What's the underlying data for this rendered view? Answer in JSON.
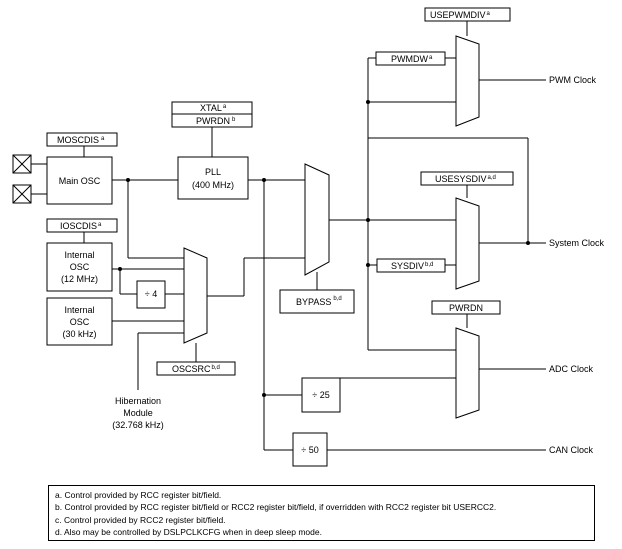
{
  "control_labels": {
    "usepwmdiv": "USEPWMDIV",
    "usepwmdiv_sup": "a",
    "pwmdw": "PWMDW",
    "pwmdw_sup": "a",
    "xtal": "XTAL",
    "xtal_sup": "a",
    "pwrdn_pll": "PWRDN",
    "pwrdn_pll_sup": "b",
    "moscdis": "MOSCDIS",
    "moscdis_sup": "a",
    "ioscdis": "IOSCDIS",
    "ioscdis_sup": "a",
    "usesysdiv": "USESYSDIV",
    "usesysdiv_sup": "a,d",
    "sysdiv": "SYSDIV",
    "sysdiv_sup": "b,d",
    "bypass": "BYPASS",
    "bypass_sup": "b,d",
    "oscsrc": "OSCSRC",
    "oscsrc_sup": "b,d",
    "pwrdn_adc": "PWRDN"
  },
  "blocks": {
    "main_osc": "Main OSC",
    "pll_line1": "PLL",
    "pll_line2": "(400 MHz)",
    "int_osc_line1": "Internal",
    "int_osc_line2": "OSC",
    "int_osc_line3": "(12 MHz)",
    "int30_line1": "Internal",
    "int30_line2": "OSC",
    "int30_line3": "(30 kHz)",
    "div4": "÷ 4",
    "div25": "÷ 25",
    "div50": "÷ 50",
    "hib_line1": "Hibernation",
    "hib_line2": "Module",
    "hib_line3": "(32.768 kHz)"
  },
  "outputs": {
    "pwm": "PWM Clock",
    "system": "System Clock",
    "adc": "ADC Clock",
    "can": "CAN Clock"
  },
  "notes": [
    "a. Control provided by RCC register bit/field.",
    "b. Control provided by RCC register bit/field or RCC2 register bit/field, if overridden with RCC2 register bit USERCC2.",
    "c. Control provided by RCC2 register bit/field.",
    "d. Also may be controlled by DSLPCLKCFG when in deep sleep mode."
  ]
}
